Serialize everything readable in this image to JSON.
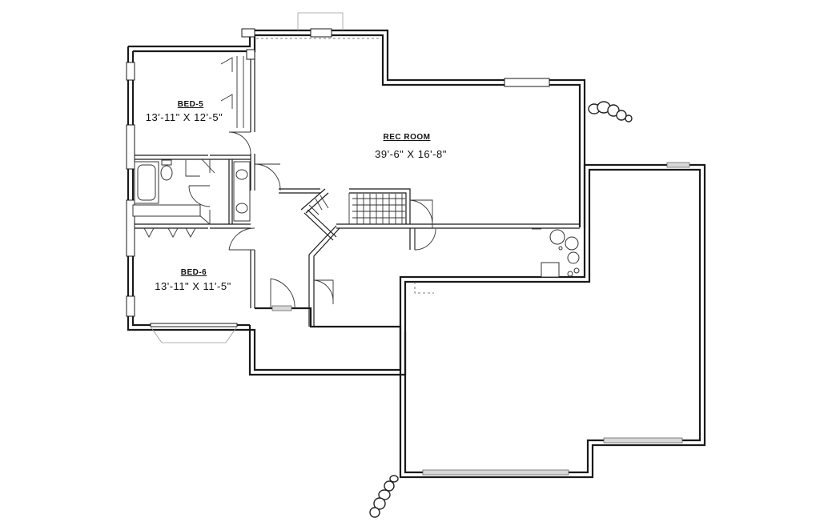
{
  "plan": {
    "rooms": [
      {
        "id": "bed-5",
        "name": "BED-5",
        "dimensions": "13'-11\" X 12'-5\""
      },
      {
        "id": "rec-room",
        "name": "REC ROOM",
        "dimensions": "39'-6\" X 16'-8\""
      },
      {
        "id": "bed-6",
        "name": "BED-6",
        "dimensions": "13'-11\" X 11'-5\""
      }
    ]
  },
  "colors": {
    "wall": "#1a1a1a",
    "background": "#ffffff",
    "hatch": "#d8d8d8"
  }
}
